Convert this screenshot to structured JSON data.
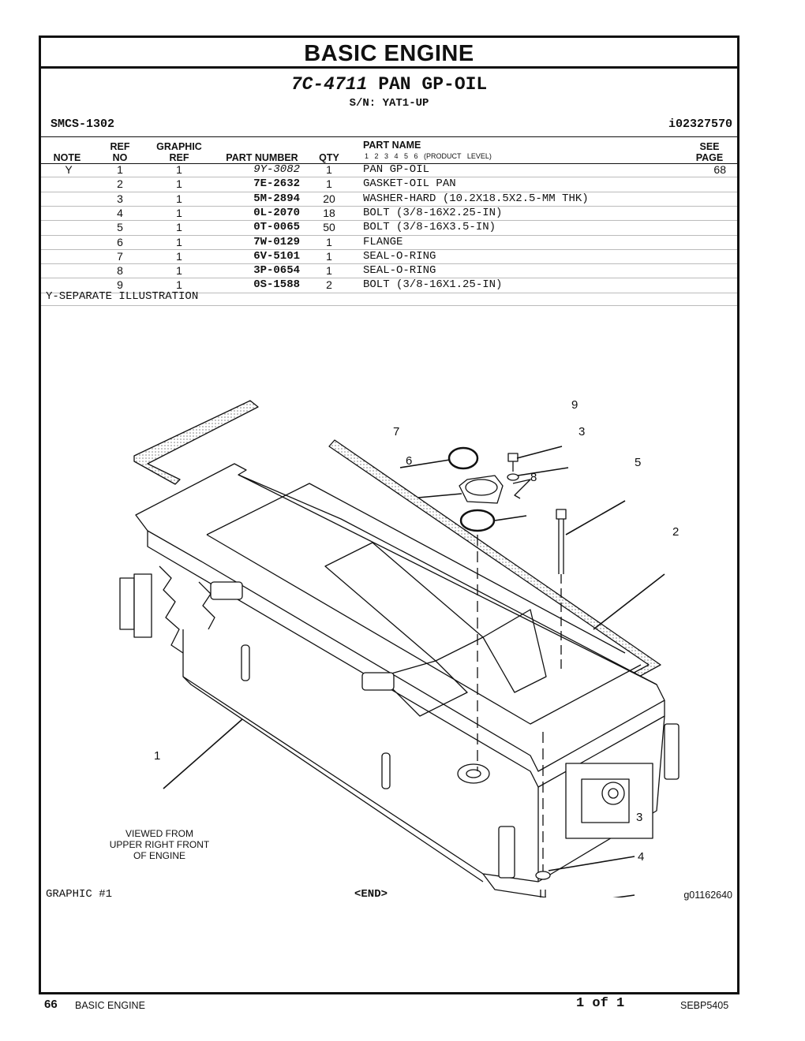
{
  "title": "BASIC ENGINE",
  "group": {
    "part_number": "7C-4711",
    "name": "PAN GP-OIL",
    "serial": "S/N: YAT1-UP"
  },
  "smcs": "SMCS-1302",
  "info_ref": "i02327570",
  "headers": {
    "note": "NOTE",
    "ref_no_1": "REF",
    "ref_no_2": "NO",
    "graphic_ref_1": "GRAPHIC",
    "graphic_ref_2": "REF",
    "part_number": "PART NUMBER",
    "qty": "QTY",
    "part_name": "PART NAME",
    "product_level": "1   2   3   4   5   6   (PRODUCT LEVEL)",
    "see_page_1": "SEE",
    "see_page_2": "PAGE"
  },
  "parts": [
    {
      "note": "Y",
      "ref": "1",
      "gref": "1",
      "pn": "9Y-3082",
      "qty": "1",
      "name": "PAN GP-OIL",
      "page": "68"
    },
    {
      "note": "",
      "ref": "2",
      "gref": "1",
      "pn": "7E-2632",
      "qty": "1",
      "name": "GASKET-OIL PAN",
      "page": ""
    },
    {
      "note": "",
      "ref": "3",
      "gref": "1",
      "pn": "5M-2894",
      "qty": "20",
      "name": "WASHER-HARD (10.2X18.5X2.5-MM THK)",
      "page": ""
    },
    {
      "note": "",
      "ref": "4",
      "gref": "1",
      "pn": "0L-2070",
      "qty": "18",
      "name": "BOLT (3/8-16X2.25-IN)",
      "page": ""
    },
    {
      "note": "",
      "ref": "5",
      "gref": "1",
      "pn": "0T-0065",
      "qty": "50",
      "name": "BOLT (3/8-16X3.5-IN)",
      "page": ""
    },
    {
      "note": "",
      "ref": "6",
      "gref": "1",
      "pn": "7W-0129",
      "qty": "1",
      "name": "FLANGE",
      "page": ""
    },
    {
      "note": "",
      "ref": "7",
      "gref": "1",
      "pn": "6V-5101",
      "qty": "1",
      "name": "SEAL-O-RING",
      "page": ""
    },
    {
      "note": "",
      "ref": "8",
      "gref": "1",
      "pn": "3P-0654",
      "qty": "1",
      "name": "SEAL-O-RING",
      "page": ""
    },
    {
      "note": "",
      "ref": "9",
      "gref": "1",
      "pn": "0S-1588",
      "qty": "2",
      "name": "BOLT (3/8-16X1.25-IN)",
      "page": ""
    }
  ],
  "footnote": "Y-SEPARATE ILLUSTRATION",
  "callouts": [
    "1",
    "2",
    "3",
    "3",
    "4",
    "5",
    "6",
    "7",
    "8",
    "9"
  ],
  "view_note": [
    "VIEWED FROM",
    "UPPER RIGHT FRONT",
    "OF ENGINE"
  ],
  "graphic_label": "GRAPHIC #1",
  "end_label": "<END>",
  "graphic_ref": "g01162640",
  "footer": {
    "page": "66",
    "section": "BASIC ENGINE",
    "page_of": "1 of 1",
    "doc": "SEBP5405"
  }
}
